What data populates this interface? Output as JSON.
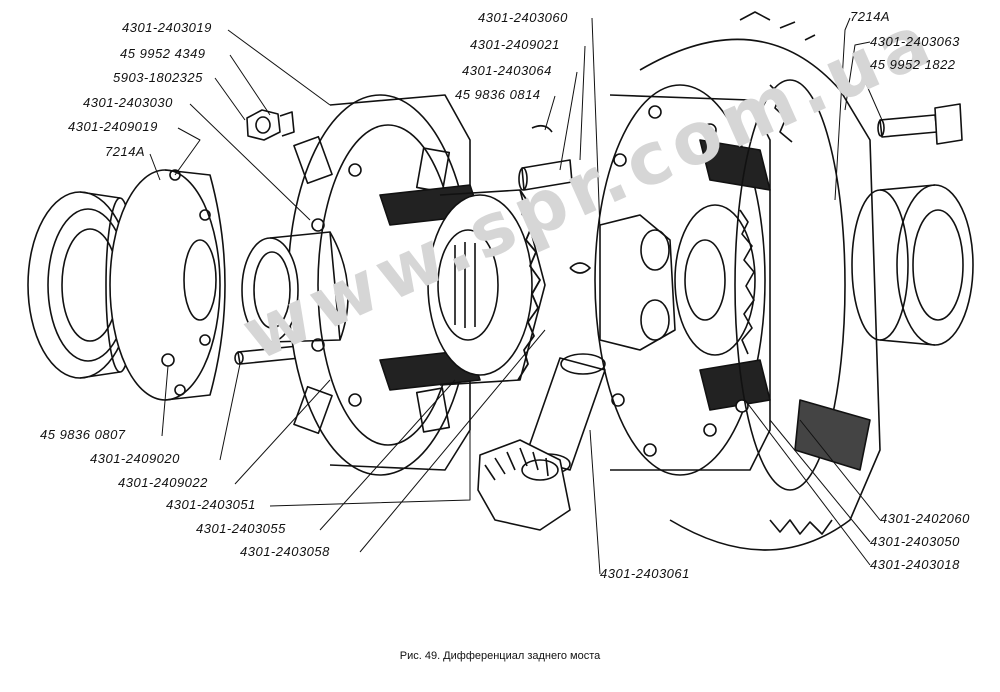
{
  "watermark": "www.spr.com.ua",
  "caption": "Рис. 49. Дифференциал заднего моста",
  "labels": {
    "l01": "4301-2403019",
    "l02": "45 9952 4349",
    "l03": "5903-1802325",
    "l04": "4301-2403030",
    "l05": "4301-2409019",
    "l06": "7214A",
    "l07": "45 9836 0807",
    "l08": "4301-2409020",
    "l09": "4301-2409022",
    "l10": "4301-2403051",
    "l11": "4301-2403055",
    "l12": "4301-2403058",
    "l13": "4301-2403060",
    "l14": "4301-2409021",
    "l15": "4301-2403064",
    "l16": "45 9836 0814",
    "l17": "4301-2403061",
    "l18": "7214A",
    "l19": "4301-2403063",
    "l20": "45 9952 1822",
    "l21": "4301-2402060",
    "l22": "4301-2403050",
    "l23": "4301-2403018"
  }
}
